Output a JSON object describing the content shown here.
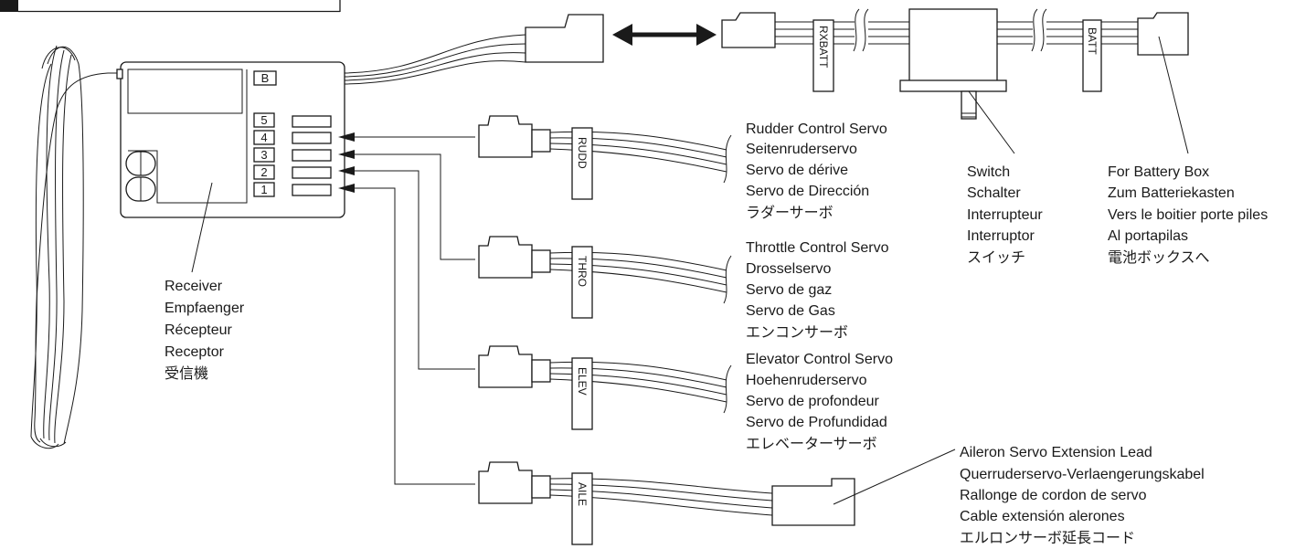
{
  "receiver": {
    "channel_B": "B",
    "channels": [
      "5",
      "4",
      "3",
      "2",
      "1"
    ],
    "label": [
      "Receiver",
      "Empfaenger",
      "Récepteur",
      "Receptor",
      "受信機"
    ]
  },
  "switch_harness": {
    "rx_tag": "RXBATT",
    "batt_tag": "BATT",
    "switch_label": [
      "Switch",
      "Schalter",
      "Interrupteur",
      "Interruptor",
      "スイッチ"
    ],
    "battery_label": [
      "For Battery Box",
      "Zum Batteriekasten",
      "Vers le boitier porte piles",
      "Al portapilas",
      "電池ボックスへ"
    ]
  },
  "servos": [
    {
      "tag": "RUDD",
      "channel": "4",
      "label": [
        "Rudder Control Servo",
        "Seitenruderservo",
        "Servo de dérive",
        "Servo de Dirección",
        "ラダーサーボ"
      ]
    },
    {
      "tag": "THRO",
      "channel": "3",
      "label": [
        "Throttle Control Servo",
        "Drosselservo",
        "Servo de gaz",
        "Servo de Gas",
        "エンコンサーボ"
      ]
    },
    {
      "tag": "ELEV",
      "channel": "2",
      "label": [
        "Elevator Control Servo",
        "Hoehenruderservo",
        "Servo de profondeur",
        "Servo de Profundidad",
        "エレベーターサーボ"
      ]
    },
    {
      "tag": "AILE",
      "channel": "1",
      "label": [
        "Aileron Servo Extension Lead",
        "Querruderservo-Verlaengerungskabel",
        "Rallonge de cordon de servo",
        "Cable extensión alerones",
        "エルロンサーボ延長コード"
      ]
    }
  ]
}
